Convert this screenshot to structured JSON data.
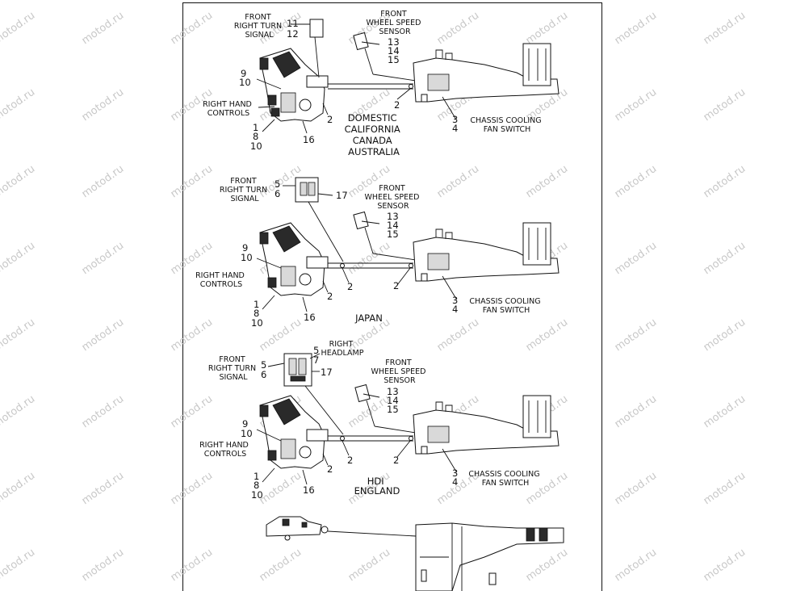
{
  "watermark": "motod.ru",
  "panel1": {
    "front_turn_signal": [
      "FRONT",
      "RIGHT TURN",
      "SIGNAL"
    ],
    "turn_parts": [
      "11",
      "12"
    ],
    "wheel_speed": [
      "FRONT",
      "WHEEL SPEED",
      "SENSOR"
    ],
    "wheel_parts": [
      "13",
      "14",
      "15"
    ],
    "hand_controls": [
      "RIGHT HAND",
      "CONTROLS"
    ],
    "controls_parts_a": [
      "9",
      "10"
    ],
    "controls_parts_b": [
      "1",
      "8",
      "10"
    ],
    "part_16": "16",
    "part_2a": "2",
    "part_2b": "2",
    "fan_parts": [
      "3",
      "4"
    ],
    "fan_switch": [
      "CHASSIS COOLING",
      "FAN SWITCH"
    ],
    "region": [
      "DOMESTIC",
      "CALIFORNIA",
      "CANADA",
      "AUSTRALIA"
    ]
  },
  "panel2": {
    "front_turn_signal": [
      "FRONT",
      "RIGHT TURN",
      "SIGNAL"
    ],
    "turn_parts": [
      "5",
      "6"
    ],
    "part_17": "17",
    "wheel_speed": [
      "FRONT",
      "WHEEL SPEED",
      "SENSOR"
    ],
    "wheel_parts": [
      "13",
      "14",
      "15"
    ],
    "hand_controls": [
      "RIGHT HAND",
      "CONTROLS"
    ],
    "controls_parts_a": [
      "9",
      "10"
    ],
    "controls_parts_b": [
      "1",
      "8",
      "10"
    ],
    "part_16": "16",
    "part_2a": "2",
    "part_2b": "2",
    "part_2c": "2",
    "fan_parts": [
      "3",
      "4"
    ],
    "fan_switch": [
      "CHASSIS COOLING",
      "FAN SWITCH"
    ],
    "region": [
      "JAPAN"
    ]
  },
  "panel3": {
    "headlamp": [
      "RIGHT",
      "HEADLAMP"
    ],
    "headlamp_parts": [
      "5",
      "7"
    ],
    "front_turn_signal": [
      "FRONT",
      "RIGHT TURN",
      "SIGNAL"
    ],
    "turn_parts": [
      "5",
      "6"
    ],
    "part_17": "17",
    "wheel_speed": [
      "FRONT",
      "WHEEL SPEED",
      "SENSOR"
    ],
    "wheel_parts": [
      "13",
      "14",
      "15"
    ],
    "hand_controls": [
      "RIGHT HAND",
      "CONTROLS"
    ],
    "controls_parts_a": [
      "9",
      "10"
    ],
    "controls_parts_b": [
      "1",
      "8",
      "10"
    ],
    "part_16": "16",
    "part_2a": "2",
    "part_2b": "2",
    "part_2c": "2",
    "fan_parts": [
      "3",
      "4"
    ],
    "fan_switch": [
      "CHASSIS COOLING",
      "FAN SWITCH"
    ],
    "region": [
      "HDI",
      "ENGLAND"
    ]
  }
}
